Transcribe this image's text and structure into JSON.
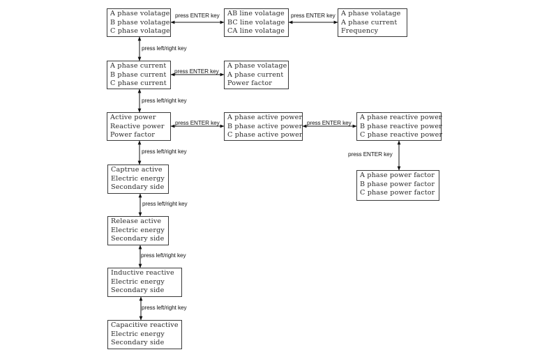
{
  "diagram": {
    "nodes": [
      {
        "id": "n1",
        "lines": [
          "A phase volatage",
          "B phase volatage",
          "C phase volatage"
        ]
      },
      {
        "id": "n2",
        "lines": [
          "AB line volatage",
          "BC line volatage",
          "CA line volatage"
        ]
      },
      {
        "id": "n3",
        "lines": [
          "A phase volatage",
          "A phase current",
          "Frequency"
        ]
      },
      {
        "id": "n4",
        "lines": [
          "A phase current",
          "B phase current",
          "C phase current"
        ]
      },
      {
        "id": "n5",
        "lines": [
          "A phase volatage",
          "A phase current",
          "Power factor"
        ]
      },
      {
        "id": "n6",
        "lines": [
          "Active power",
          "Reactive power",
          "Power factor"
        ]
      },
      {
        "id": "n7",
        "lines": [
          "A phase active power",
          "B phase active power",
          "C phase active power"
        ]
      },
      {
        "id": "n8",
        "lines": [
          "A phase reactive power",
          "B phase reactive power",
          "C phase reactive power"
        ]
      },
      {
        "id": "n9",
        "lines": [
          "A phase power factor",
          "B phase power factor",
          "C phase power factor"
        ]
      },
      {
        "id": "n10",
        "lines": [
          "Captrue active",
          "Electric energy",
          "Secondary side"
        ]
      },
      {
        "id": "n11",
        "lines": [
          "Release active",
          "Electric energy",
          "Secondary side"
        ]
      },
      {
        "id": "n12",
        "lines": [
          "Inductive reactive",
          "Electric energy",
          "Secondary side"
        ]
      },
      {
        "id": "n13",
        "lines": [
          "Capacitive reactive",
          "Electric energy",
          "Secondary side"
        ]
      }
    ],
    "edges": [
      {
        "from": "n1",
        "to": "n2",
        "label": "press ENTER key"
      },
      {
        "from": "n2",
        "to": "n3",
        "label": "press ENTER key"
      },
      {
        "from": "n1",
        "to": "n4",
        "label": "press left/right key"
      },
      {
        "from": "n4",
        "to": "n5",
        "label": "press ENTER key"
      },
      {
        "from": "n4",
        "to": "n6",
        "label": "press left/right key"
      },
      {
        "from": "n6",
        "to": "n7",
        "label": "press ENTER key"
      },
      {
        "from": "n7",
        "to": "n8",
        "label": "press ENTER key"
      },
      {
        "from": "n8",
        "to": "n9",
        "label": "press ENTER key"
      },
      {
        "from": "n6",
        "to": "n10",
        "label": "press left/right key"
      },
      {
        "from": "n10",
        "to": "n11",
        "label": "press left/right key"
      },
      {
        "from": "n11",
        "to": "n12",
        "label": "press left/right key"
      },
      {
        "from": "n12",
        "to": "n13",
        "label": "press left/right key"
      }
    ]
  }
}
